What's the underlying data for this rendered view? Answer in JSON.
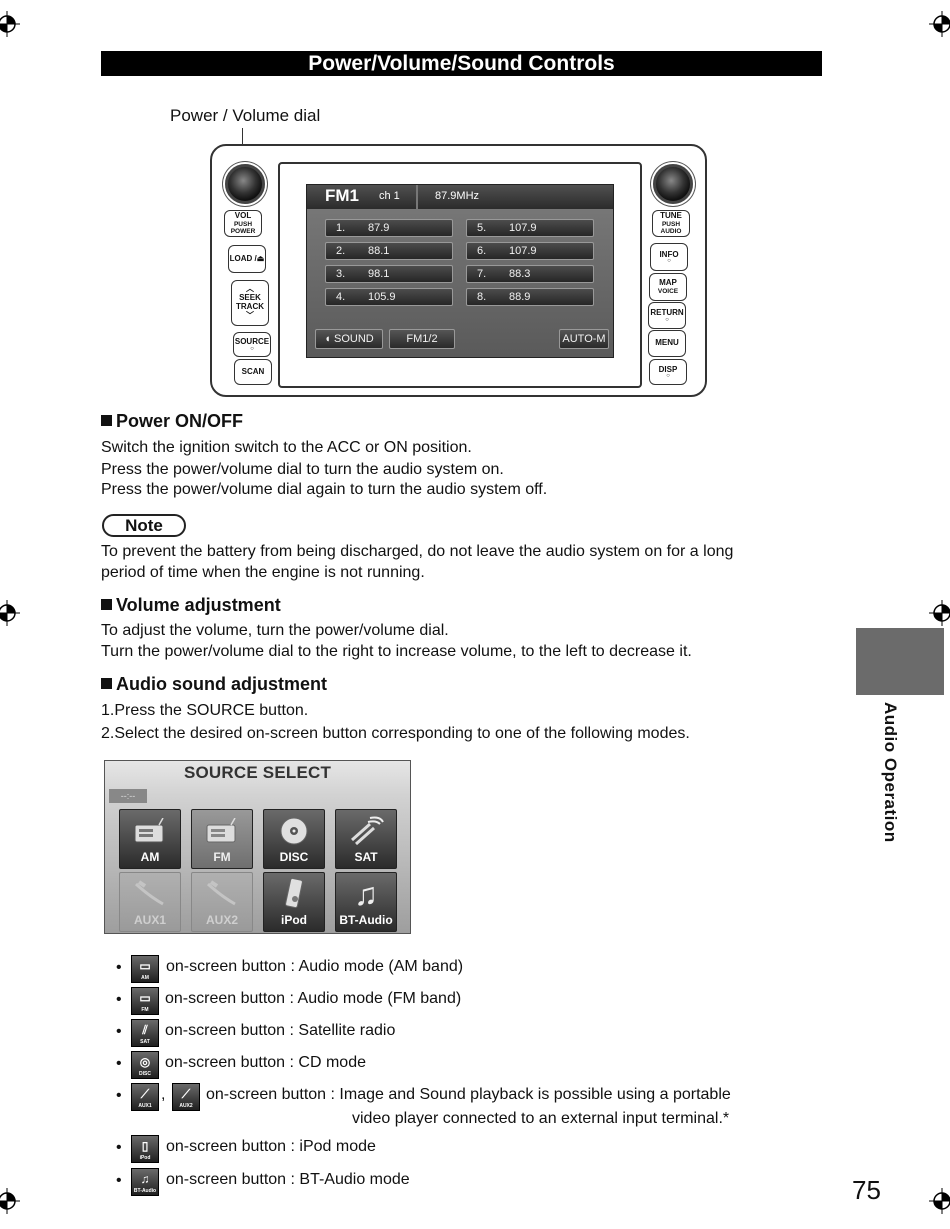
{
  "page": {
    "title": "Power/Volume/Sound Controls",
    "callout": "Power / Volume dial",
    "side_tab_label": "Audio Operation",
    "page_number": "75"
  },
  "head_unit": {
    "left_buttons": [
      {
        "label": "VOL",
        "sub": "PUSH POWER"
      },
      {
        "label": "LOAD /⏏",
        "sub": ""
      },
      {
        "label": "SEEK",
        "sub": "TRACK"
      },
      {
        "label": "SOURCE",
        "sub": "○"
      },
      {
        "label": "SCAN",
        "sub": ""
      }
    ],
    "right_buttons": [
      {
        "label": "TUNE",
        "sub": "PUSH AUDIO"
      },
      {
        "label": "INFO",
        "sub": "○"
      },
      {
        "label": "MAP",
        "sub": "VOICE"
      },
      {
        "label": "RETURN",
        "sub": "○"
      },
      {
        "label": "MENU",
        "sub": ""
      },
      {
        "label": "DISP",
        "sub": "○"
      }
    ],
    "screen": {
      "band": "FM1",
      "channel": "ch 1",
      "frequency": "87.9MHz",
      "presets": [
        {
          "num": "1.",
          "freq": "87.9"
        },
        {
          "num": "2.",
          "freq": "88.1"
        },
        {
          "num": "3.",
          "freq": "98.1"
        },
        {
          "num": "4.",
          "freq": "105.9"
        },
        {
          "num": "5.",
          "freq": "107.9"
        },
        {
          "num": "6.",
          "freq": "107.9"
        },
        {
          "num": "7.",
          "freq": "88.3"
        },
        {
          "num": "8.",
          "freq": "88.9"
        }
      ],
      "sound_button": "SOUND",
      "band_button": "FM1/2",
      "auto_button": "AUTO-M"
    }
  },
  "sections": {
    "power": {
      "heading": "Power ON/OFF",
      "lines": [
        "Switch the ignition switch to the ACC or ON position.",
        "Press the power/volume dial to turn the audio system on.",
        "Press the power/volume dial again to turn the audio system off."
      ]
    },
    "note": {
      "label": "Note",
      "lines": [
        "To prevent the battery from being discharged, do not leave the audio system on for a long",
        "period of time when the engine is not running."
      ]
    },
    "volume": {
      "heading": "Volume adjustment",
      "lines": [
        "To adjust the volume, turn the power/volume dial.",
        "Turn the power/volume dial to the right to increase volume, to the left to decrease it."
      ]
    },
    "audio": {
      "heading": "Audio sound adjustment",
      "lines": [
        "1.Press the SOURCE button.",
        "2.Select the desired on-screen button corresponding to one of the following modes."
      ]
    }
  },
  "source_select": {
    "title": "SOURCE SELECT",
    "small_label": "--:--",
    "buttons": [
      {
        "label": "AM",
        "icon": "radio-icon",
        "state": "dark"
      },
      {
        "label": "FM",
        "icon": "radio-icon",
        "state": "mid"
      },
      {
        "label": "DISC",
        "icon": "disc-icon",
        "state": "dark"
      },
      {
        "label": "SAT",
        "icon": "satellite-icon",
        "state": "dark"
      },
      {
        "label": "AUX1",
        "icon": "cable-icon",
        "state": "disabled"
      },
      {
        "label": "AUX2",
        "icon": "cable-icon",
        "state": "disabled"
      },
      {
        "label": "iPod",
        "icon": "ipod-icon",
        "state": "dark"
      },
      {
        "label": "BT-Audio",
        "icon": "music-note-icon",
        "state": "dark"
      }
    ]
  },
  "bullets": [
    {
      "icons": [
        "AM"
      ],
      "text": "on-screen button : Audio mode (AM band)"
    },
    {
      "icons": [
        "FM"
      ],
      "text": "on-screen button : Audio mode (FM band)"
    },
    {
      "icons": [
        "SAT"
      ],
      "text": "on-screen button : Satellite radio"
    },
    {
      "icons": [
        "DISC"
      ],
      "text": "on-screen button : CD mode"
    },
    {
      "icons": [
        "AUX1",
        "AUX2"
      ],
      "text": "on-screen button : Image and Sound playback is possible using a portable",
      "continuation": "video player connected to an external input terminal.*"
    },
    {
      "icons": [
        "iPod"
      ],
      "text": "on-screen button : iPod mode"
    },
    {
      "icons": [
        "BT-Audio"
      ],
      "text": "on-screen button : BT-Audio mode"
    }
  ]
}
